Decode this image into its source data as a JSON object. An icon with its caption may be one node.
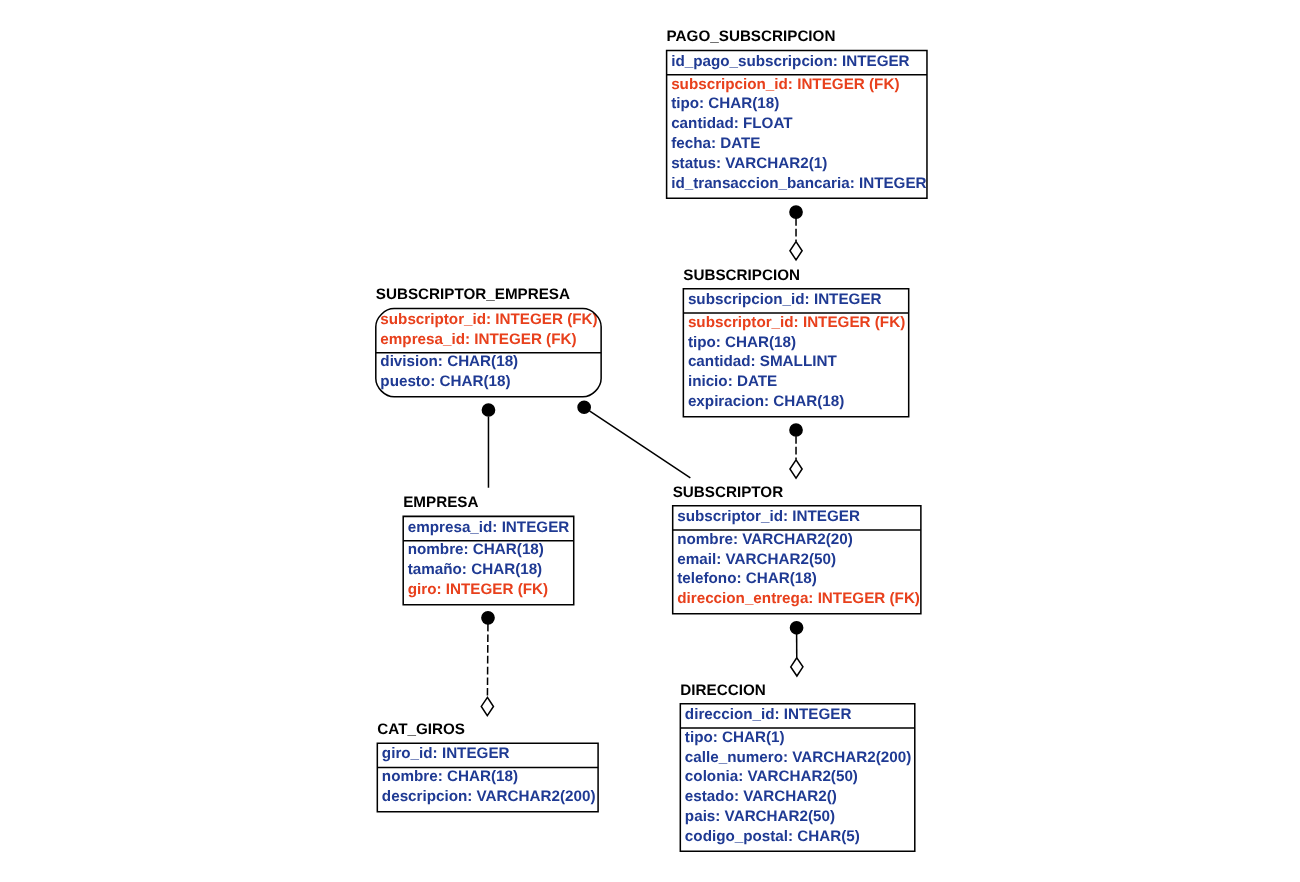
{
  "diagram": {
    "nodes": [
      {
        "text": [
          "SUBSCRIPCION",
          "subscripcion_id: INTEGER",
          "subscriptor_id: INTEGER (FK)",
          "tipo: CHAR(18)",
          "cantidad: SMALLINT",
          "inicio: DATE",
          "expiracion: CHAR(18)"
        ]
      },
      {
        "text": [
          "EMPRESA",
          "empresa_id: INTEGER",
          "nombre: CHAR(18)",
          "tamaño: CHAR(18)",
          "giro: INTEGER (FK)"
        ]
      },
      {
        "text": [
          "SUBSCRIPTOR_EMPRESA",
          "subscriptor_id: INTEGER (FK)",
          "empresa_id: INTEGER (FK)",
          "division: CHAR(18)",
          "puesto: CHAR(18)"
        ]
      },
      {
        "text": [
          "PAGO_SUBSCRIPCION",
          "id_pago_subscripcion: INTEGER",
          "subscripcion_id: INTEGER (FK)",
          "tipo: CHAR(18)",
          "cantidad: FLOAT",
          "fecha: DATE",
          "status: VARCHAR2(1)",
          "id_transaccion_bancaria: INTEGER"
        ]
      },
      {
        "text": [
          "SUBSCRIPTOR",
          "subscriptor_id: INTEGER",
          "nombre: VARCHAR2(20)",
          "email: VARCHAR2(50)",
          "telefono: CHAR(18)",
          "direccion_entrega: INTEGER (FK)"
        ]
      },
      {
        "text": [
          "CAT_GIROS",
          "giro_id: INTEGER",
          "nombre: CHAR(18)",
          "descripcion: VARCHAR2(200)"
        ]
      },
      {
        "text": [
          "DIRECCION",
          "direccion_id: INTEGER",
          "tipo: CHAR(1)",
          "calle_numero: VARCHAR2(200)",
          "colonia: VARCHAR2(50)",
          "estado: VARCHAR2()",
          "pais: VARCHAR2(50)",
          "codigo_postal: CHAR(5)"
        ]
      }
    ],
    "edges": [
      {
        "from": 3,
        "to": 0,
        "arrow": "other",
        "style": "dashed"
      },
      {
        "from": 0,
        "to": 4,
        "arrow": "other",
        "style": "dashed"
      },
      {
        "from": 2,
        "to": 1,
        "arrow": "other"
      },
      {
        "from": 2,
        "to": 4,
        "arrow": "other"
      },
      {
        "from": 1,
        "to": 5,
        "arrow": "other",
        "style": "dashed"
      },
      {
        "from": 4,
        "to": 6,
        "arrow": "other"
      }
    ]
  }
}
